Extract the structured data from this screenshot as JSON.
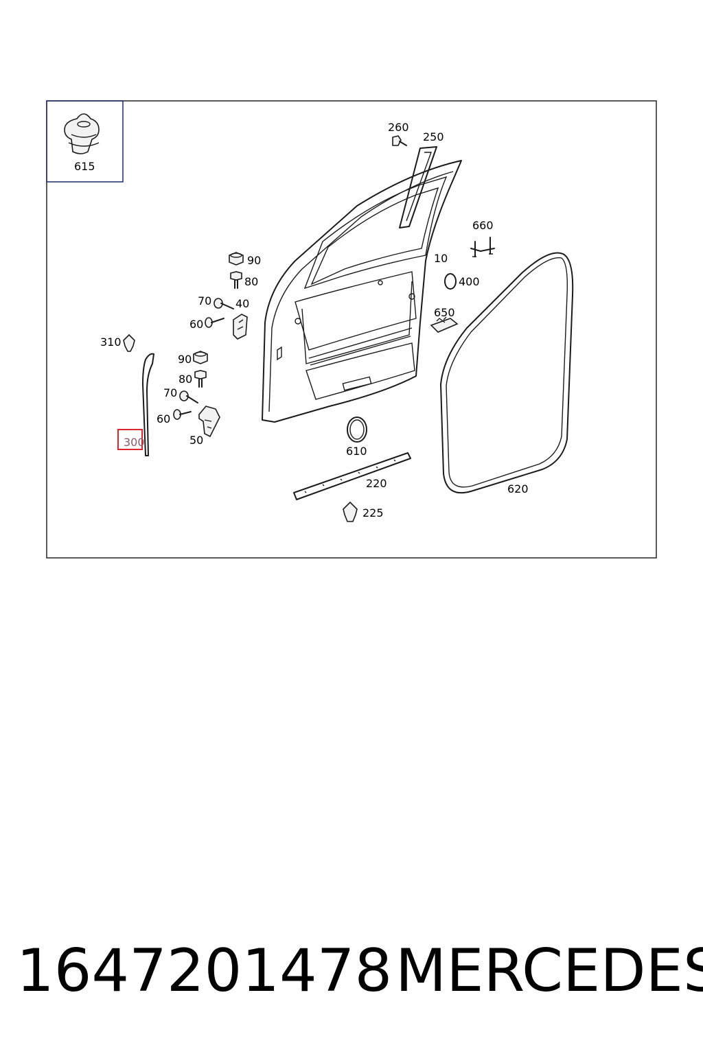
{
  "diagram": {
    "inset_label": "615",
    "highlighted_callout": "300",
    "callouts": {
      "c260": "260",
      "c250": "250",
      "c660": "660",
      "c10": "10",
      "c400": "400",
      "c90a": "90",
      "c80a": "80",
      "c70a": "70",
      "c40": "40",
      "c60a": "60",
      "c650": "650",
      "c310": "310",
      "c90b": "90",
      "c80b": "80",
      "c70b": "70",
      "c60b": "60",
      "c50": "50",
      "c610": "610",
      "c220": "220",
      "c225": "225",
      "c620": "620"
    },
    "highlight_color": "#e0242c"
  },
  "caption": {
    "part_number": "1647201478",
    "brand": "MERCEDES"
  }
}
